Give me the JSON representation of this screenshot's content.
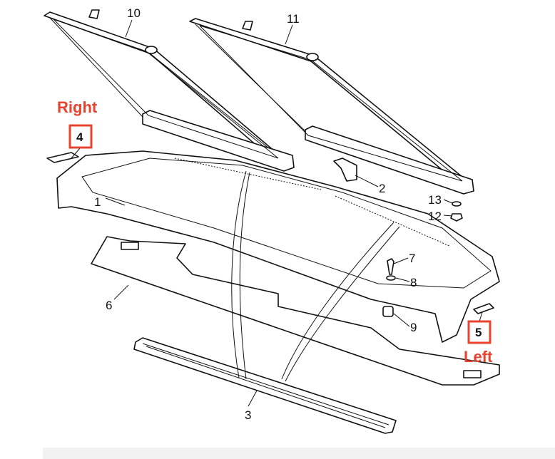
{
  "diagram": {
    "callouts": {
      "n1": "1",
      "n2": "2",
      "n3": "3",
      "n4": "4",
      "n5": "5",
      "n6": "6",
      "n7": "7",
      "n8": "8",
      "n9": "9",
      "n10": "10",
      "n11": "11",
      "n12": "12",
      "n13": "13"
    },
    "annotations": {
      "right": "Right",
      "left": "Left"
    },
    "annotation_color": "#e8432f"
  }
}
